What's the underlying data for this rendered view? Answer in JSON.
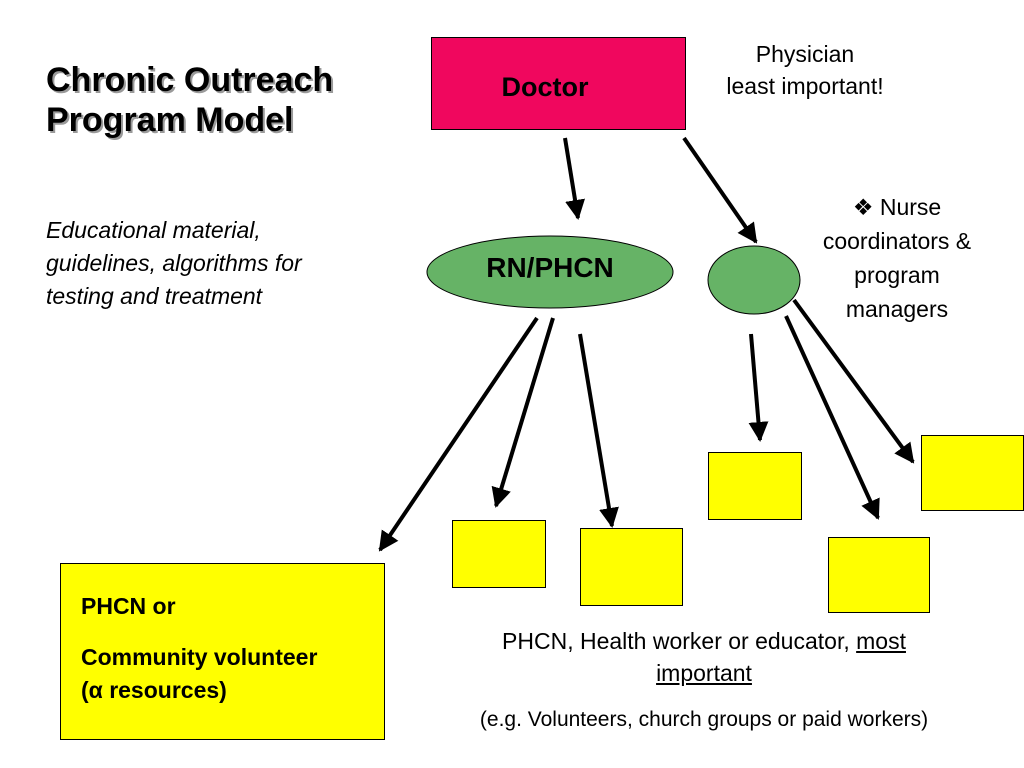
{
  "title": {
    "line1": "Chronic Outreach",
    "line2": "Program Model"
  },
  "subtitle": {
    "line1": "Educational material,",
    "line2": "guidelines, algorithms for",
    "line3": "testing and treatment"
  },
  "doctor": {
    "label": "Doctor",
    "color": "#f0075e"
  },
  "physician_note": {
    "line1": "Physician",
    "line2": "least important!"
  },
  "rn_node": {
    "label": "RN/PHCN",
    "color": "#66b366"
  },
  "nurse_note": {
    "bullet": "❖",
    "line1": "Nurse",
    "line2": "coordinators &",
    "line3": "program",
    "line4": "managers"
  },
  "volunteer_box": {
    "line1": "PHCN or",
    "line2": "Community volunteer",
    "line3": "(α resources)",
    "color": "#ffff00"
  },
  "bottom_caption": {
    "prefix": "PHCN, Health worker or educator,",
    "emphasis_1": "most",
    "emphasis_2": "important",
    "sub": "(e.g. Volunteers, church groups or paid workers)"
  }
}
